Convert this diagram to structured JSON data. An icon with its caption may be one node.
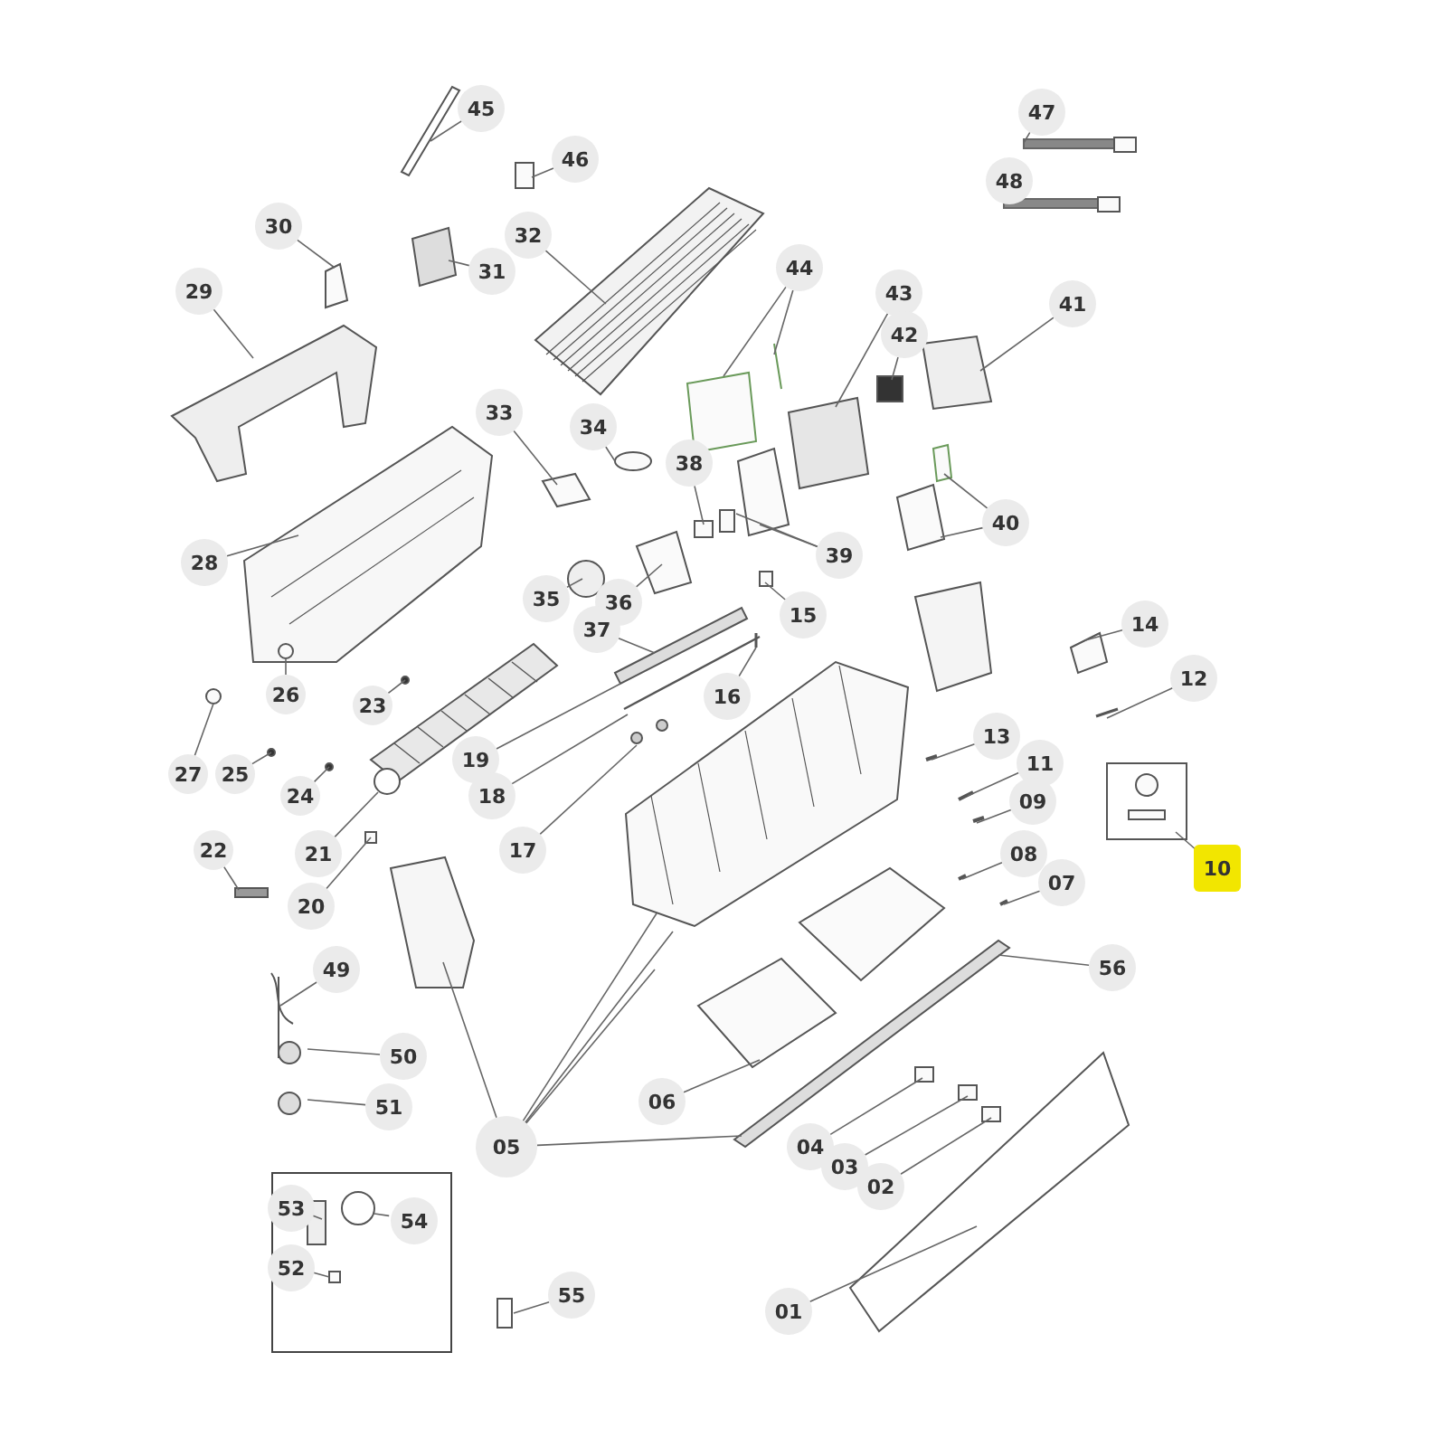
{
  "diagram": {
    "nodes": [
      {
        "text": [
          "45"
        ]
      },
      {
        "text": [
          "46"
        ]
      },
      {
        "text": [
          "47"
        ]
      },
      {
        "text": [
          "48"
        ]
      },
      {
        "text": [
          "30"
        ]
      },
      {
        "text": [
          "31"
        ]
      },
      {
        "text": [
          "32"
        ]
      },
      {
        "text": [
          "29"
        ]
      },
      {
        "text": [
          "44"
        ]
      },
      {
        "text": [
          "43"
        ]
      },
      {
        "text": [
          "42"
        ]
      },
      {
        "text": [
          "41"
        ]
      },
      {
        "text": [
          "33"
        ]
      },
      {
        "text": [
          "34"
        ]
      },
      {
        "text": [
          "38"
        ]
      },
      {
        "text": [
          "28"
        ]
      },
      {
        "text": [
          "39"
        ]
      },
      {
        "text": [
          "40"
        ]
      },
      {
        "text": [
          "35"
        ]
      },
      {
        "text": [
          "36"
        ]
      },
      {
        "text": [
          "37"
        ]
      },
      {
        "text": [
          "15"
        ]
      },
      {
        "text": [
          "14"
        ]
      },
      {
        "text": [
          "16"
        ]
      },
      {
        "text": [
          "12"
        ]
      },
      {
        "text": [
          "26"
        ]
      },
      {
        "text": [
          "25"
        ]
      },
      {
        "text": [
          "23"
        ]
      },
      {
        "text": [
          "27"
        ]
      },
      {
        "text": [
          "24"
        ]
      },
      {
        "text": [
          "13"
        ]
      },
      {
        "text": [
          "19"
        ]
      },
      {
        "text": [
          "22"
        ]
      },
      {
        "text": [
          "18"
        ]
      },
      {
        "text": [
          "11"
        ]
      },
      {
        "text": [
          "09"
        ]
      },
      {
        "text": [
          "21"
        ]
      },
      {
        "text": [
          "17"
        ]
      },
      {
        "text": [
          "10"
        ]
      },
      {
        "text": [
          "20"
        ]
      },
      {
        "text": [
          "08"
        ]
      },
      {
        "text": [
          "07"
        ]
      },
      {
        "text": [
          "49"
        ]
      },
      {
        "text": [
          "56"
        ]
      },
      {
        "text": [
          "50"
        ]
      },
      {
        "text": [
          "51"
        ]
      },
      {
        "text": [
          "05"
        ]
      },
      {
        "text": [
          "06"
        ]
      },
      {
        "text": [
          "04"
        ]
      },
      {
        "text": [
          "03"
        ]
      },
      {
        "text": [
          "02"
        ]
      },
      {
        "text": [],
        "shape": "box"
      },
      {
        "text": [
          "53"
        ],
        "in": 51
      },
      {
        "text": [
          "54"
        ],
        "in": 51
      },
      {
        "text": [
          "52"
        ],
        "in": 51
      },
      {
        "text": [
          "55"
        ]
      },
      {
        "text": [
          "01"
        ]
      }
    ],
    "edges": [
      {
        "from": 0,
        "to": null,
        "arrow": "none"
      },
      {
        "from": 1,
        "to": null,
        "arrow": "none"
      },
      {
        "from": 2,
        "to": null,
        "arrow": "none"
      },
      {
        "from": 3,
        "to": null,
        "arrow": "none"
      },
      {
        "from": 4,
        "to": null,
        "arrow": "none"
      },
      {
        "from": 5,
        "to": null,
        "arrow": "none"
      },
      {
        "from": 6,
        "to": null,
        "arrow": "none"
      },
      {
        "from": 7,
        "to": null,
        "arrow": "none"
      },
      {
        "from": 8,
        "to": null,
        "arrow": "none"
      },
      {
        "from": 8,
        "to": null,
        "arrow": "none"
      },
      {
        "from": 9,
        "to": null,
        "arrow": "none"
      },
      {
        "from": 10,
        "to": null,
        "arrow": "none"
      },
      {
        "from": 11,
        "to": null,
        "arrow": "none"
      },
      {
        "from": 12,
        "to": null,
        "arrow": "none"
      },
      {
        "from": 13,
        "to": null,
        "arrow": "none"
      },
      {
        "from": 14,
        "to": null,
        "arrow": "none"
      },
      {
        "from": 15,
        "to": null,
        "arrow": "none"
      },
      {
        "from": 16,
        "to": null,
        "arrow": "none"
      },
      {
        "from": 16,
        "to": null,
        "arrow": "none"
      },
      {
        "from": 17,
        "to": null,
        "arrow": "none"
      },
      {
        "from": 17,
        "to": null,
        "arrow": "none"
      },
      {
        "from": 18,
        "to": null,
        "arrow": "none"
      },
      {
        "from": 19,
        "to": null,
        "arrow": "none"
      },
      {
        "from": 20,
        "to": null,
        "arrow": "none"
      },
      {
        "from": 21,
        "to": null,
        "arrow": "none"
      },
      {
        "from": 22,
        "to": null,
        "arrow": "none"
      },
      {
        "from": 23,
        "to": null,
        "arrow": "none"
      },
      {
        "from": 24,
        "to": null,
        "arrow": "none"
      },
      {
        "from": 25,
        "to": null,
        "arrow": "none"
      },
      {
        "from": 26,
        "to": null,
        "arrow": "none"
      },
      {
        "from": 27,
        "to": null,
        "arrow": "none"
      },
      {
        "from": 28,
        "to": null,
        "arrow": "none"
      },
      {
        "from": 29,
        "to": null,
        "arrow": "none"
      },
      {
        "from": 30,
        "to": null,
        "arrow": "none"
      },
      {
        "from": 31,
        "to": null,
        "arrow": "none"
      },
      {
        "from": 32,
        "to": null,
        "arrow": "none"
      },
      {
        "from": 33,
        "to": null,
        "arrow": "none"
      },
      {
        "from": 34,
        "to": null,
        "arrow": "none"
      },
      {
        "from": 35,
        "to": null,
        "arrow": "none"
      },
      {
        "from": 36,
        "to": null,
        "arrow": "none"
      },
      {
        "from": 37,
        "to": null,
        "arrow": "none"
      },
      {
        "from": 38,
        "to": null,
        "arrow": "none"
      },
      {
        "from": 39,
        "to": null,
        "arrow": "none"
      },
      {
        "from": 40,
        "to": null,
        "arrow": "none"
      },
      {
        "from": 41,
        "to": null,
        "arrow": "none"
      },
      {
        "from": 42,
        "to": null,
        "arrow": "none"
      },
      {
        "from": 43,
        "to": null,
        "arrow": "none"
      },
      {
        "from": 44,
        "to": null,
        "arrow": "none"
      },
      {
        "from": 45,
        "to": null,
        "arrow": "none"
      },
      {
        "from": 46,
        "to": null,
        "arrow": "none"
      },
      {
        "from": 46,
        "to": null,
        "arrow": "none"
      },
      {
        "from": 46,
        "to": null,
        "arrow": "none"
      },
      {
        "from": 46,
        "to": null,
        "arrow": "none"
      },
      {
        "from": 46,
        "to": null,
        "arrow": "none"
      },
      {
        "from": 47,
        "to": null,
        "arrow": "none"
      },
      {
        "from": 48,
        "to": null,
        "arrow": "none"
      },
      {
        "from": 49,
        "to": null,
        "arrow": "none"
      },
      {
        "from": 50,
        "to": null,
        "arrow": "none"
      },
      {
        "from": 52,
        "to": null,
        "arrow": "none"
      },
      {
        "from": 53,
        "to": null,
        "arrow": "none"
      },
      {
        "from": 54,
        "to": null,
        "arrow": "none"
      },
      {
        "from": 55,
        "to": null,
        "arrow": "none"
      },
      {
        "from": 56,
        "to": null,
        "arrow": "none"
      }
    ]
  }
}
